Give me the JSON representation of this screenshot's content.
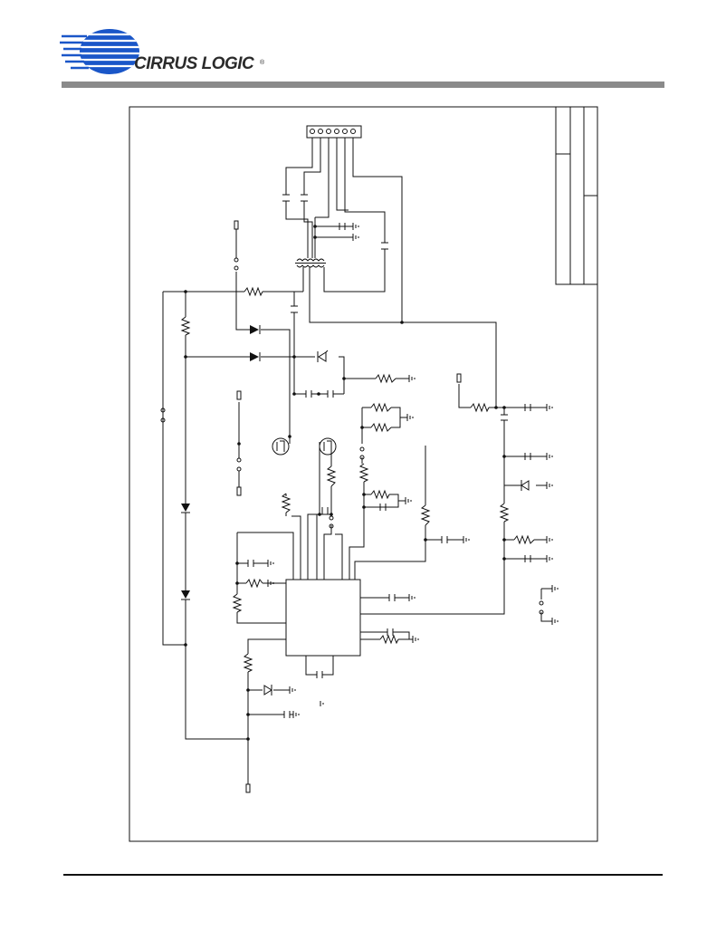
{
  "header": {
    "company": "CIRRUS LOGIC",
    "registered_mark": "®",
    "logo_icon": "cirrus-globe-icon",
    "brand_color": "#1a56c8",
    "bar_color": "#8a8a8a"
  },
  "schematic": {
    "connector_pins": 6,
    "components": {
      "resistors": 17,
      "capacitors": 20,
      "diodes": 4,
      "zener_diodes": 3,
      "transistors": 2,
      "ic": 1,
      "transformer": 1,
      "test_points": 6
    }
  }
}
